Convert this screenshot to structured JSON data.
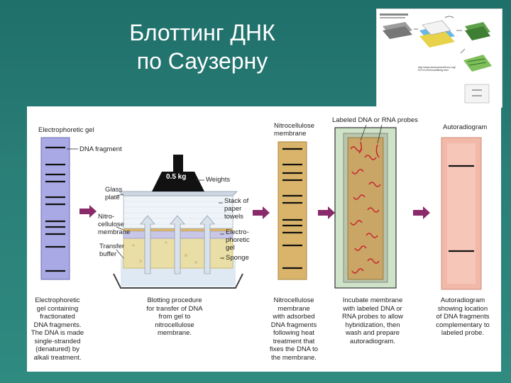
{
  "title": {
    "line1": "Блоттинг ДНК",
    "line2": "по Саузерну"
  },
  "thumbnail": {
    "url_text": "http://www.accessexcellence.org/\nRC/VL/GG/southBlotg.html"
  },
  "diagram": {
    "labels": {
      "electrophoretic_gel": "Electrophoretic gel",
      "dna_fragment": "DNA fragment",
      "weight_value": "0.5 kg",
      "weights": "Weights",
      "glass_plate": "Glass\nplate",
      "stack_paper": "Stack of\npaper\ntowels",
      "nitrocellulose_membrane_left": "Nitro-\ncellulose\nmembrane",
      "electrophoretic_gel_right": "Electro-\nphoretic\ngel",
      "transfer_buffer": "Transfer\nbuffer",
      "sponge": "Sponge",
      "nitrocellulose_membrane": "Nitrocellulose\nmembrane",
      "labeled_probes": "Labeled DNA or RNA probes",
      "autoradiogram": "Autoradiogram"
    },
    "captions": {
      "step1": "Electrophoretic\ngel containing\nfractionated\nDNA fragments.\nThe DNA is made\nsingle-stranded\n(denatured) by\nalkali treatment.",
      "step2": "Blotting procedure\nfor transfer of DNA\nfrom gel to\nnitrocellulose\nmembrane.",
      "step3": "Nitrocellulose\nmembrane\nwith adsorbed\nDNA fragments\nfollowing heat\ntreatment that\nfixes the DNA to\nthe membrane.",
      "step4": "Incubate membrane\nwith labeled DNA or\nRNA probes to allow\nhybridization, then\nwash and prepare\nautoradiogram.",
      "step5": "Autoradiogram\nshowing location\nof DNA fragments\ncomplementary to\nlabeled probe."
    }
  },
  "colors": {
    "background": "#2a7f77",
    "gel": "#a9a9e6",
    "membrane": "#d9b46a",
    "autoradiogram": "#f2b8a8",
    "arrow": "#8a2a6a",
    "probe": "#c8202a",
    "sponge": "#e9dfa6",
    "green_frame": "#cfe3c8"
  }
}
